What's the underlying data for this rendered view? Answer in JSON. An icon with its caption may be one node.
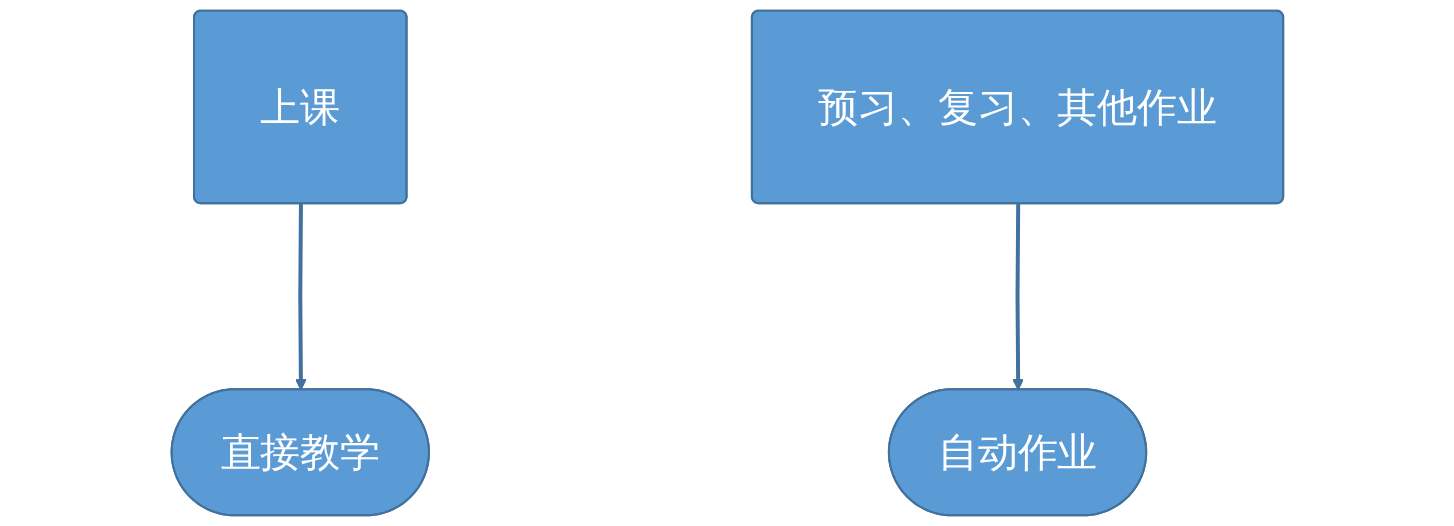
{
  "diagram": {
    "nodes": [
      {
        "text": [
          "上课"
        ]
      },
      {
        "text": [
          "预习、复习、其他作业"
        ]
      },
      {
        "text": [
          "直接教学"
        ]
      },
      {
        "text": [
          "自动作业"
        ]
      }
    ],
    "edges": [
      {
        "from": 0,
        "to": 2,
        "arrow": "to"
      },
      {
        "from": 1,
        "to": 3,
        "arrow": "to"
      }
    ]
  }
}
